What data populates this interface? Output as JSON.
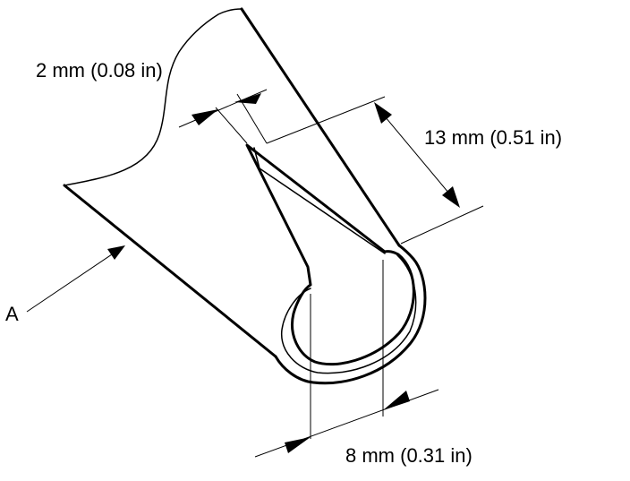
{
  "diagram": {
    "labels": {
      "dim_thickness": "2 mm (0.08 in)",
      "dim_hook_length": "13 mm (0.51 in)",
      "dim_hook_width": "8 mm (0.31 in)",
      "part_label": "A"
    },
    "colors": {
      "line": "#000000",
      "background": "#ffffff"
    }
  }
}
